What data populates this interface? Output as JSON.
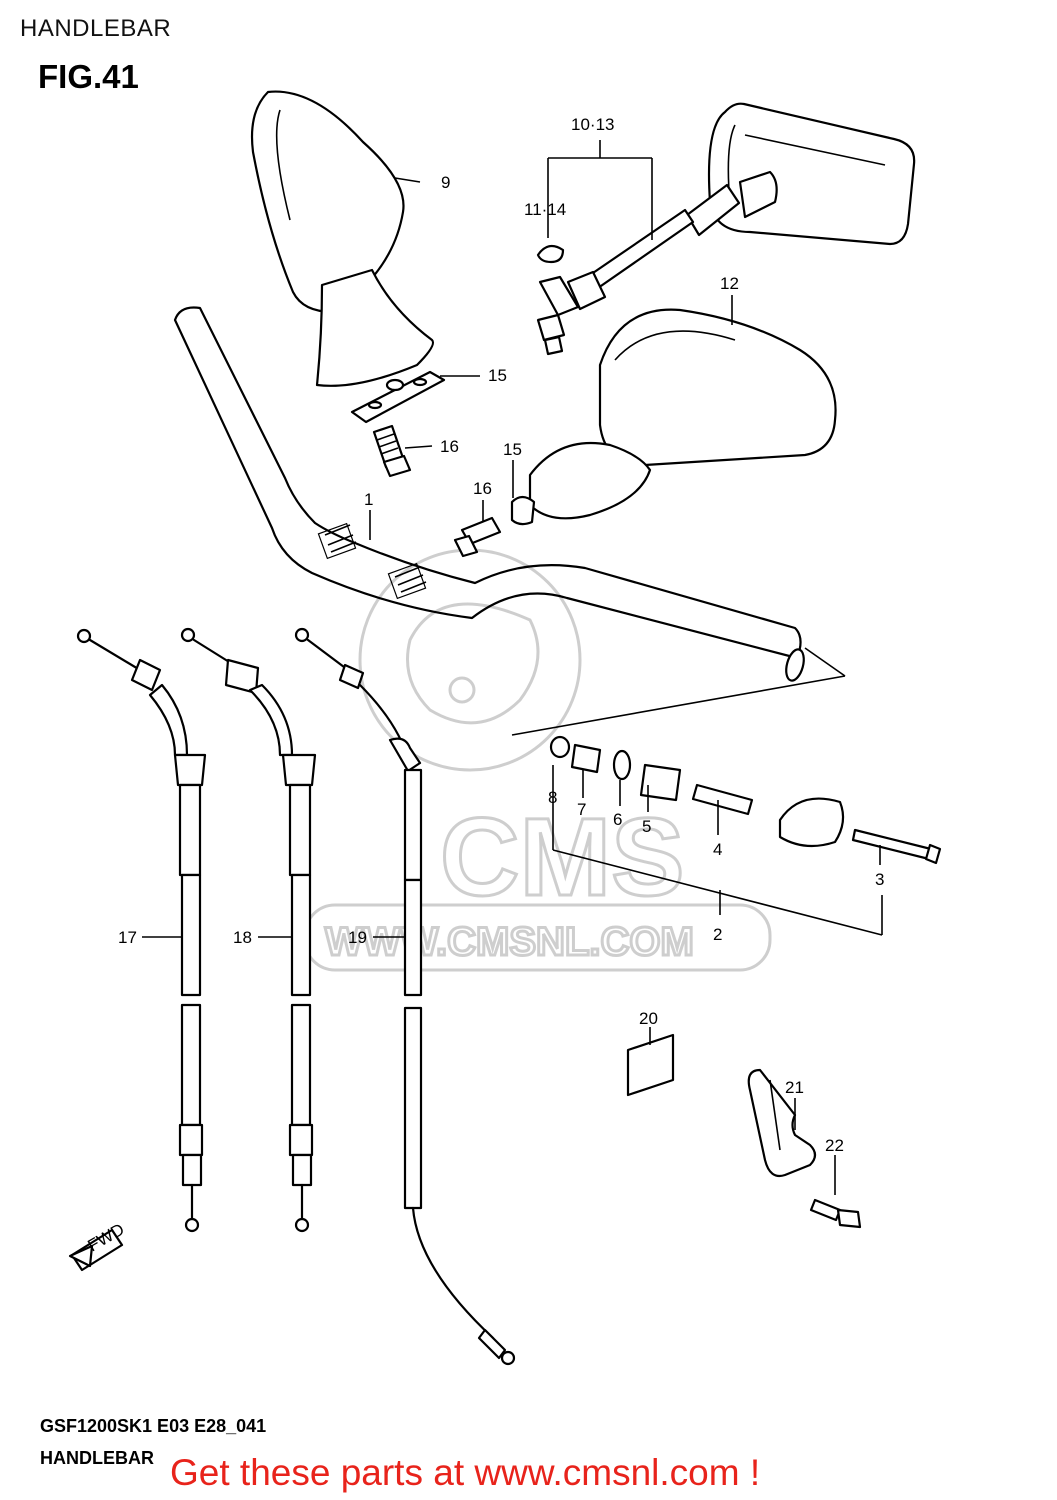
{
  "header": {
    "title": "HANDLEBAR",
    "figure": "FIG.41"
  },
  "callouts": [
    {
      "id": "c1",
      "label": "1"
    },
    {
      "id": "c2",
      "label": "2"
    },
    {
      "id": "c3",
      "label": "3"
    },
    {
      "id": "c4",
      "label": "4"
    },
    {
      "id": "c5",
      "label": "5"
    },
    {
      "id": "c6",
      "label": "6"
    },
    {
      "id": "c7",
      "label": "7"
    },
    {
      "id": "c8",
      "label": "8"
    },
    {
      "id": "c9",
      "label": "9"
    },
    {
      "id": "c10",
      "label": "10·13"
    },
    {
      "id": "c11",
      "label": "11·14"
    },
    {
      "id": "c12",
      "label": "12"
    },
    {
      "id": "c15a",
      "label": "15"
    },
    {
      "id": "c15b",
      "label": "15"
    },
    {
      "id": "c16a",
      "label": "16"
    },
    {
      "id": "c16b",
      "label": "16"
    },
    {
      "id": "c17",
      "label": "17"
    },
    {
      "id": "c18",
      "label": "18"
    },
    {
      "id": "c19",
      "label": "19"
    },
    {
      "id": "c20",
      "label": "20"
    },
    {
      "id": "c21",
      "label": "21"
    },
    {
      "id": "c22",
      "label": "22"
    }
  ],
  "watermark": {
    "brand": "CMS",
    "url": "WWW.CMSNL.COM"
  },
  "fwd_arrow": "FWD",
  "footer": {
    "code": "GSF1200SK1 E03 E28_041",
    "title": "HANDLEBAR",
    "cta": "Get these parts at www.cmsnl.com !"
  },
  "colors": {
    "cta": "#e8231b",
    "watermark": "#c9c9c9",
    "line": "#000000"
  }
}
